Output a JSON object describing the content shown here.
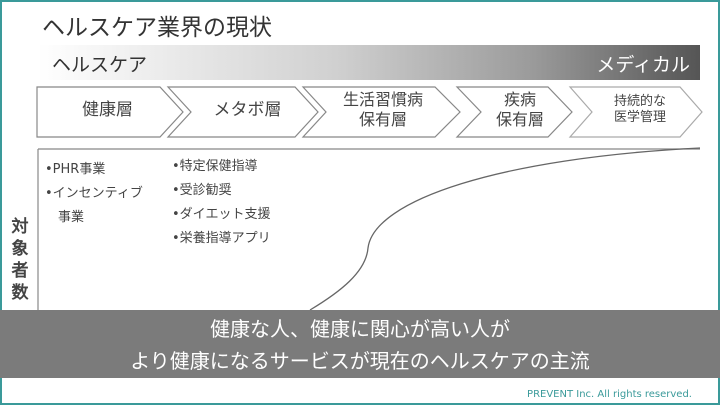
{
  "title": "ヘルスケア業界の現状",
  "scale": {
    "left": "ヘルスケア",
    "right": "メディカル"
  },
  "stages": [
    "健康層",
    "メタボ層",
    "生活習慣病\n保有層",
    "疾病\n保有層",
    "持続的な\n医学管理"
  ],
  "stage_lines": [
    [
      "健康層"
    ],
    [
      "メタボ層"
    ],
    [
      "生活習慣病",
      "保有層"
    ],
    [
      "疾病",
      "保有層"
    ],
    [
      "持続的な",
      "医学管理"
    ]
  ],
  "col1": [
    "•PHR事業",
    "•インセンティブ",
    "　事業"
  ],
  "col2": [
    "•特定保健指導",
    "•受診勧奨",
    "•ダイエット支援",
    "•栄養指導アプリ"
  ],
  "y_axis_label": "対象者数",
  "banner": [
    "健康な人、健康に関心が高い人が",
    "より健康になるサービスが現在のヘルスケアの主流"
  ],
  "footer": "PREVENT Inc. All rights reserved."
}
